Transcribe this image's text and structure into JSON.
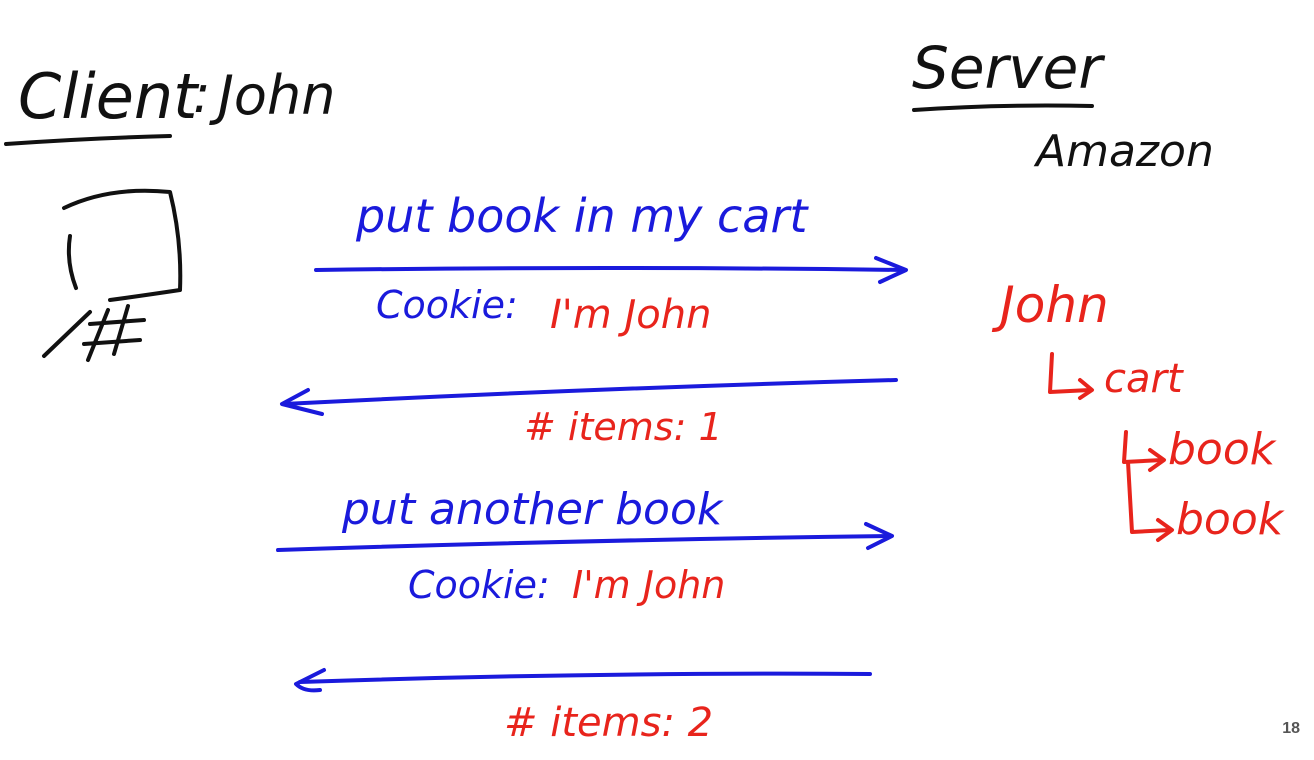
{
  "client": {
    "title": "Client",
    "name": "John"
  },
  "server": {
    "title": "Server",
    "name": "Amazon"
  },
  "messages": [
    {
      "label": "put book in my cart",
      "cookie_prefix": "Cookie:",
      "cookie_value": "I'm John"
    },
    {
      "response": "# items: 1"
    },
    {
      "label": "put another book",
      "cookie_prefix": "Cookie:",
      "cookie_value": "I'm John"
    },
    {
      "response": "# items: 2"
    }
  ],
  "server_state": {
    "user": "John",
    "cart": "cart",
    "items": [
      "book",
      "book"
    ]
  },
  "slide_number": "18",
  "colors": {
    "ink_black": "#111111",
    "ink_blue": "#1a1adc",
    "ink_red": "#e8241c"
  }
}
